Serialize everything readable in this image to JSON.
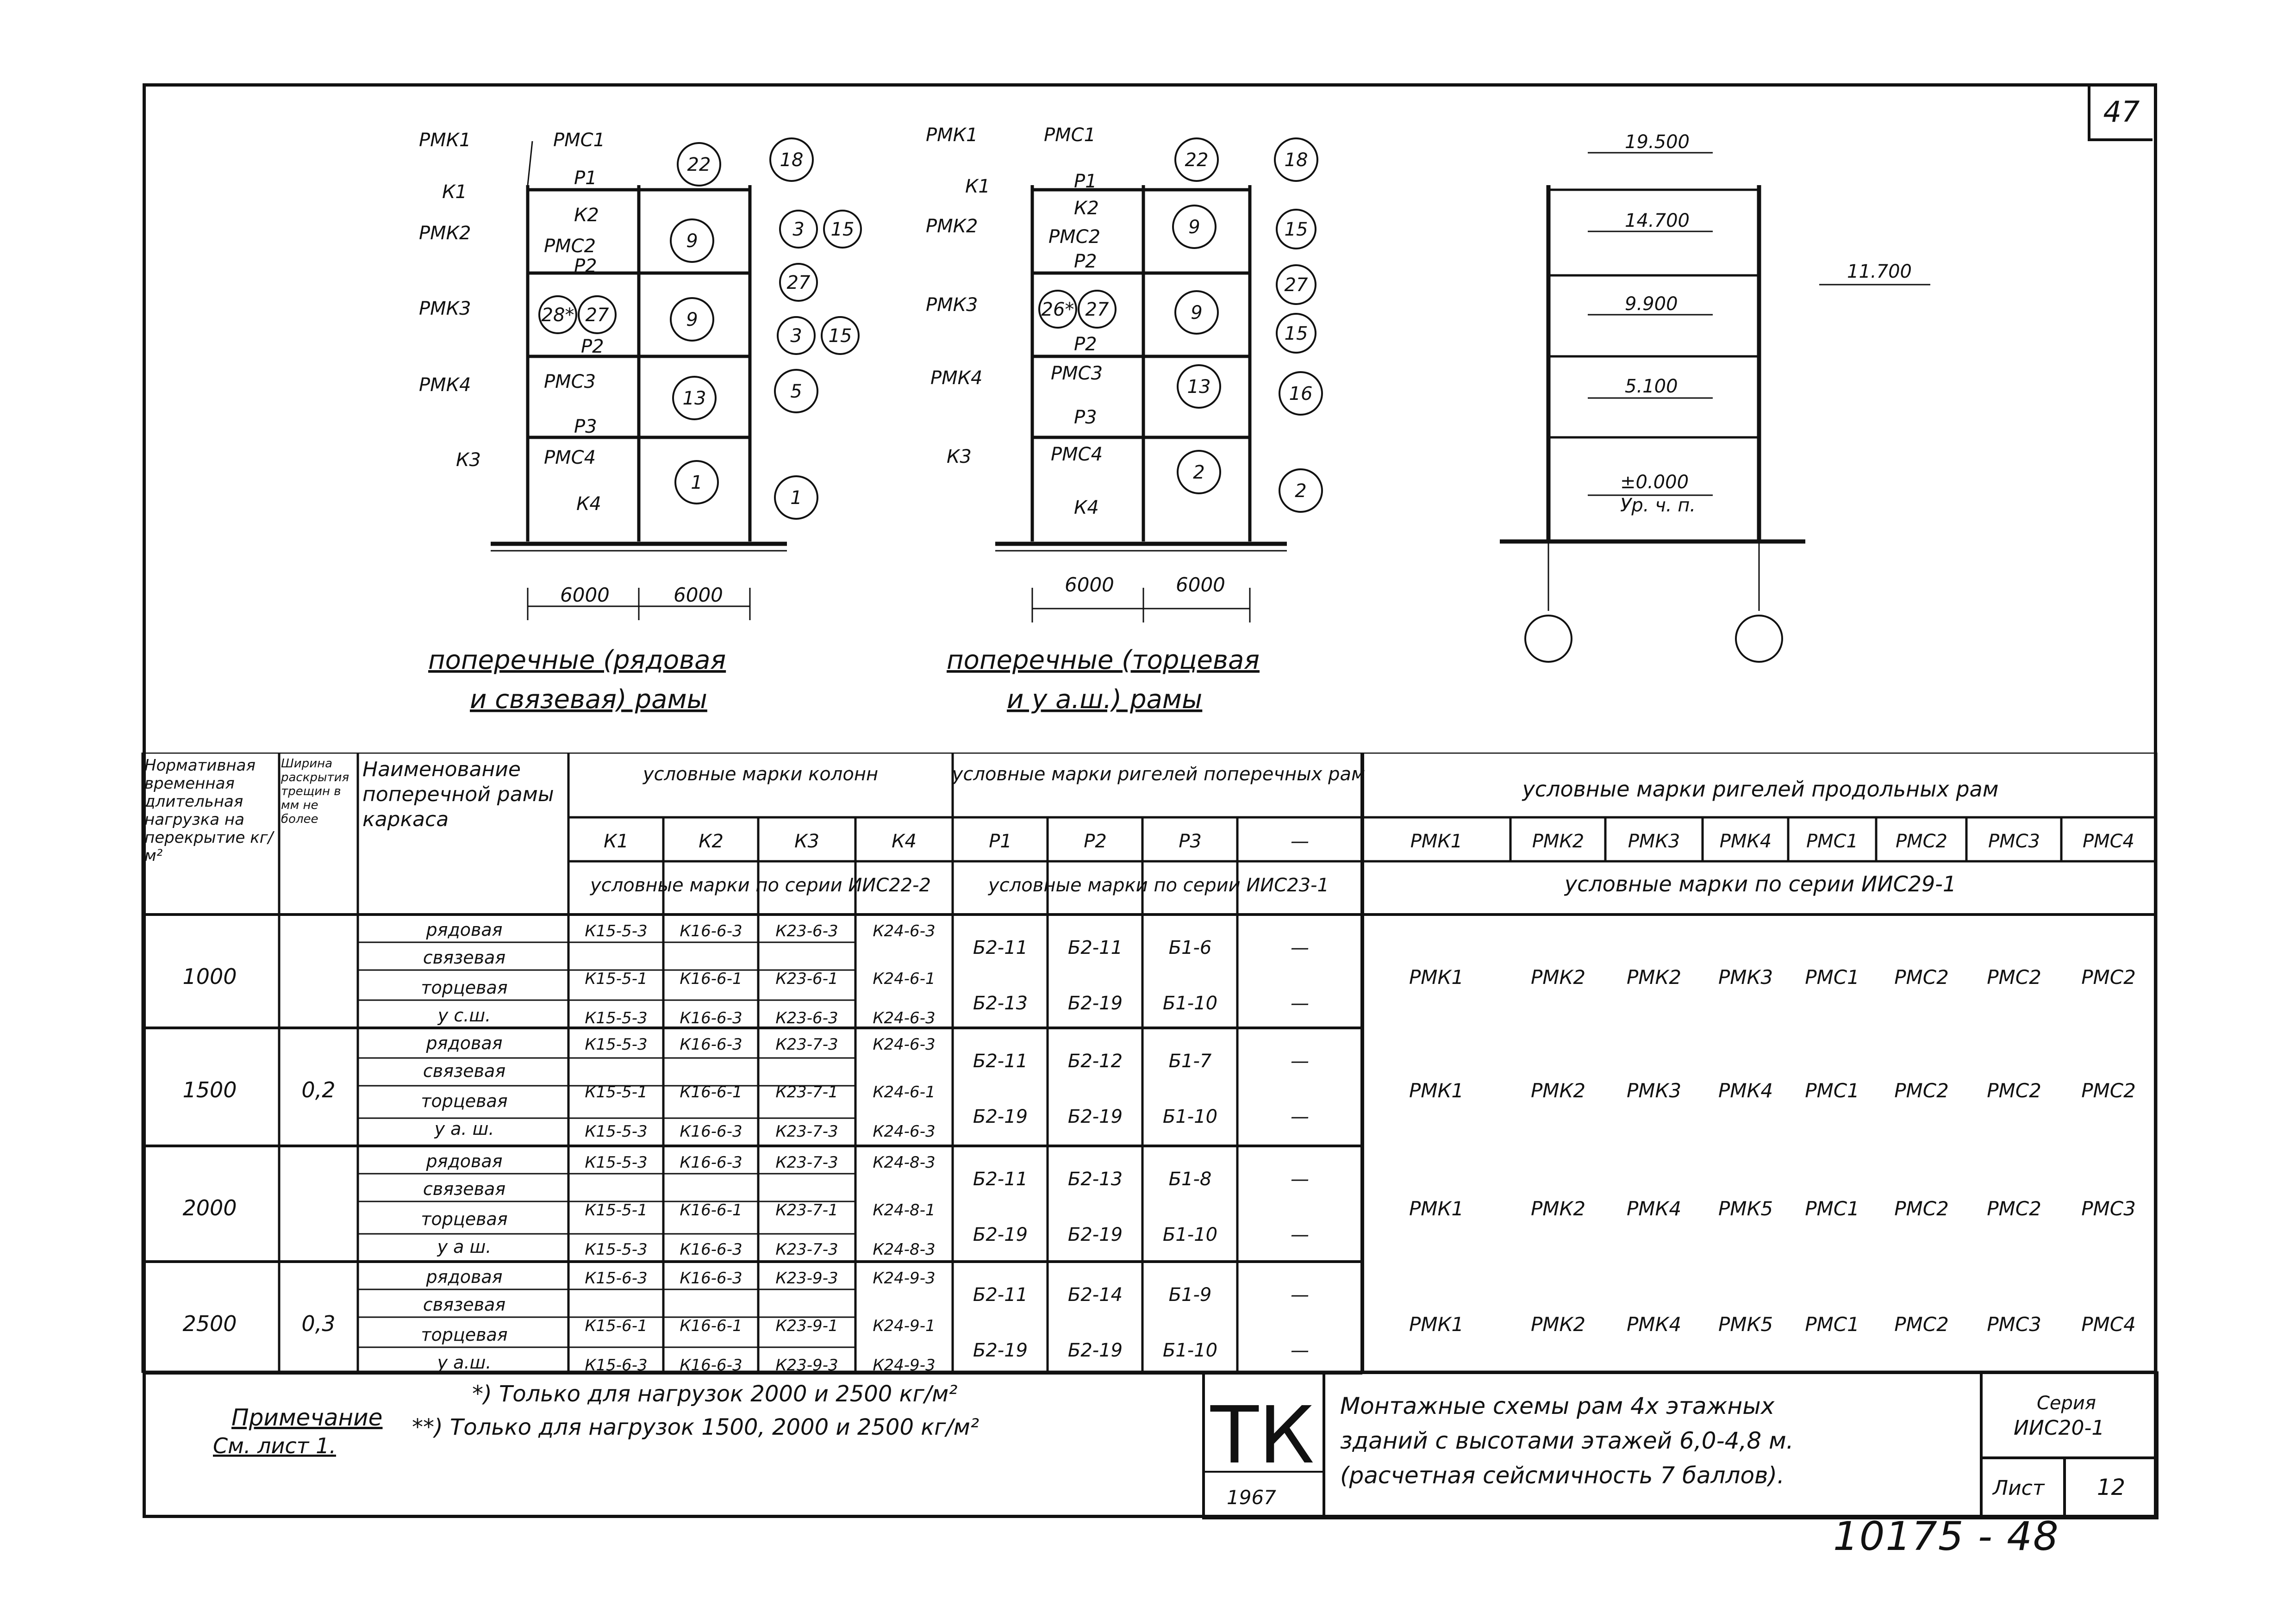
{
  "sheet_number_top": "47",
  "frame_ordinary": {
    "labels_left": [
      "РМК1",
      "К1",
      "РМК2",
      "РМК3",
      "РМК4",
      "К3"
    ],
    "labels_mid": [
      "РМС1",
      "Р1",
      "К2",
      "РМС2",
      "Р2",
      "Р2",
      "РМС3",
      "Р3",
      "РМС4",
      "К4"
    ],
    "circles_mid": [
      "22",
      "9",
      "9",
      "13",
      "1"
    ],
    "circle_mid_extra": [
      "28*",
      "27"
    ],
    "circles_right": [
      "18",
      "3",
      "15",
      "27",
      "3",
      "15",
      "5",
      "1"
    ],
    "span_left": "6000",
    "span_right": "6000",
    "caption_line1": "поперечные (рядовая",
    "caption_line2": "и связевая) рамы"
  },
  "frame_end": {
    "labels_left": [
      "РМК1",
      "К1",
      "РМК2",
      "РМК3",
      "РМК4",
      "К3"
    ],
    "labels_mid": [
      "РМС1",
      "Р1",
      "К2",
      "РМС2",
      "Р2",
      "Р2",
      "РМС3",
      "Р3",
      "РМС4",
      "К4"
    ],
    "circles_mid": [
      "22",
      "9",
      "9",
      "13",
      "2"
    ],
    "circle_mid_extra": [
      "26*",
      "27"
    ],
    "circles_right": [
      "18",
      "15",
      "27",
      "15",
      "16",
      "2"
    ],
    "span_left": "6000",
    "span_right": "6000",
    "caption_line1": "поперечные (торцевая",
    "caption_line2": "и у а.ш.) рамы"
  },
  "elevation": {
    "levels": [
      "19.500",
      "14.700",
      "9.900",
      "5.100",
      "±0.000"
    ],
    "ground_label": "Ур. ч. п.",
    "side_level": "11.700"
  },
  "table": {
    "head": {
      "col_load": "Нормативная временная длительная нагрузка на перекрытие кг/м²",
      "col_crack": "Ширина раскрытия трещин в мм не более",
      "col_name": "Наименование поперечной рамы каркаса",
      "col_columns": "условные марки колонн",
      "col_beams_t": "условные марки ригелей поперечных рам",
      "col_beams_l": "условные марки ригелей продольных рам",
      "columns": [
        "К1",
        "К2",
        "К3",
        "К4"
      ],
      "beams_t": [
        "Р1",
        "Р2",
        "Р3",
        "—"
      ],
      "beams_l": [
        "РМК1",
        "РМК2",
        "РМК3",
        "РМК4",
        "РМС1",
        "РМС2",
        "РМС3",
        "РМС4"
      ],
      "series_columns": "условные марки по серии ИИС22-2",
      "series_beams_t": "условные марки по серии ИИС23-1",
      "series_beams_l": "условные марки по серии ИИС29-1"
    },
    "groups": [
      {
        "load": "1000",
        "crack": "",
        "rows": [
          {
            "name": "рядовая",
            "k": [
              "К15-5-3",
              "К16-6-3",
              "К23-6-3",
              "К24-6-3"
            ]
          },
          {
            "name": "связевая",
            "k": [
              "К15-5-1",
              "К16-6-1",
              "К23-6-1",
              "К24-6-1"
            ]
          },
          {
            "name": "торцевая",
            "k": []
          },
          {
            "name": "у с.ш.",
            "k": [
              "К15-5-3",
              "К16-6-3",
              "К23-6-3",
              "К24-6-3"
            ]
          }
        ],
        "beams_t": [
          [
            "Б2-11",
            "Б2-11",
            "Б1-6",
            "—"
          ],
          [
            "Б2-13",
            "Б2-19",
            "Б1-10",
            "—"
          ]
        ],
        "beams_l": [
          "РМК1",
          "РМК2",
          "РМК2",
          "РМК3",
          "РМС1",
          "РМС2",
          "РМС2",
          "РМС2"
        ]
      },
      {
        "load": "1500",
        "crack": "0,2",
        "rows": [
          {
            "name": "рядовая",
            "k": [
              "К15-5-3",
              "К16-6-3",
              "К23-7-3",
              "К24-6-3"
            ]
          },
          {
            "name": "связевая",
            "k": [
              "К15-5-1",
              "К16-6-1",
              "К23-7-1",
              "К24-6-1"
            ]
          },
          {
            "name": "торцевая",
            "k": []
          },
          {
            "name": "у а. ш.",
            "k": [
              "К15-5-3",
              "К16-6-3",
              "К23-7-3",
              "К24-6-3"
            ]
          }
        ],
        "beams_t": [
          [
            "Б2-11",
            "Б2-12",
            "Б1-7",
            "—"
          ],
          [
            "Б2-19",
            "Б2-19",
            "Б1-10",
            "—"
          ]
        ],
        "beams_l": [
          "РМК1",
          "РМК2",
          "РМК3",
          "РМК4",
          "РМС1",
          "РМС2",
          "РМС2",
          "РМС2"
        ]
      },
      {
        "load": "2000",
        "crack": "",
        "rows": [
          {
            "name": "рядовая",
            "k": [
              "К15-5-3",
              "К16-6-3",
              "К23-7-3",
              "К24-8-3"
            ]
          },
          {
            "name": "связевая",
            "k": [
              "К15-5-1",
              "К16-6-1",
              "К23-7-1",
              "К24-8-1"
            ]
          },
          {
            "name": "торцевая",
            "k": []
          },
          {
            "name": "у а ш.",
            "k": [
              "К15-5-3",
              "К16-6-3",
              "К23-7-3",
              "К24-8-3"
            ]
          }
        ],
        "beams_t": [
          [
            "Б2-11",
            "Б2-13",
            "Б1-8",
            "—"
          ],
          [
            "Б2-19",
            "Б2-19",
            "Б1-10",
            "—"
          ]
        ],
        "beams_l": [
          "РМК1",
          "РМК2",
          "РМК4",
          "РМК5",
          "РМС1",
          "РМС2",
          "РМС2",
          "РМС3"
        ]
      },
      {
        "load": "2500",
        "crack": "0,3",
        "rows": [
          {
            "name": "рядовая",
            "k": [
              "К15-6-3",
              "К16-6-3",
              "К23-9-3",
              "К24-9-3"
            ]
          },
          {
            "name": "связевая",
            "k": [
              "К15-6-1",
              "К16-6-1",
              "К23-9-1",
              "К24-9-1"
            ]
          },
          {
            "name": "торцевая",
            "k": []
          },
          {
            "name": "у а.ш.",
            "k": [
              "К15-6-3",
              "К16-6-3",
              "К23-9-3",
              "К24-9-3"
            ]
          }
        ],
        "beams_t": [
          [
            "Б2-11",
            "Б2-14",
            "Б1-9",
            "—"
          ],
          [
            "Б2-19",
            "Б2-19",
            "Б1-10",
            "—"
          ]
        ],
        "beams_l": [
          "РМК1",
          "РМК2",
          "РМК4",
          "РМК5",
          "РМС1",
          "РМС2",
          "РМС3",
          "РМС4"
        ]
      }
    ]
  },
  "notes": {
    "title": "Примечание",
    "ref": "См. лист 1.",
    "n1": "*) Только для нагрузок 2000 и 2500 кг/м²",
    "n2": "**) Только для нагрузок 1500, 2000 и 2500 кг/м²"
  },
  "stamp": {
    "logo": "ТК",
    "year": "1967",
    "title1": "Монтажные схемы рам 4х этажных",
    "title2": "зданий с высотами этажей 6,0-4,8 м.",
    "title3": "(расчетная сейсмичность 7 баллов).",
    "series_label": "Серия",
    "series_value": "ИИС20-1",
    "sheet_label": "Лист",
    "sheet_value": "12"
  },
  "archive_number": "10175 - 48"
}
